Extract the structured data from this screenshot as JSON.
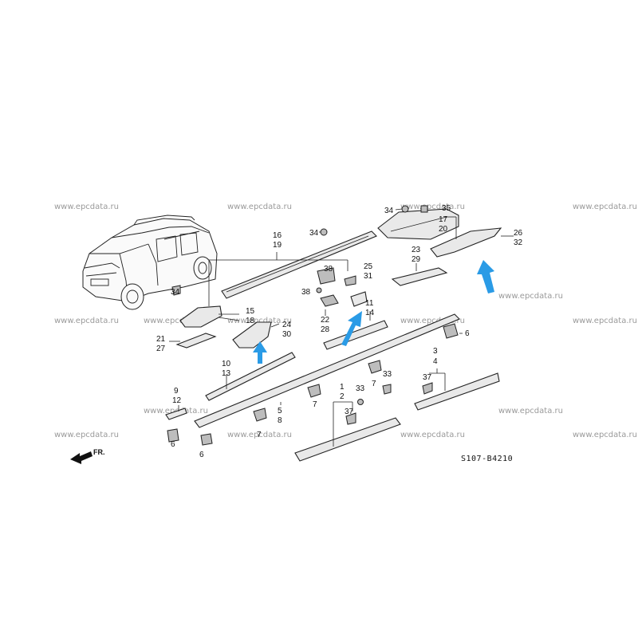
{
  "watermark": "www.epcdata.ru",
  "diagram_code": "S107-B4210",
  "front_label": "FR.",
  "callouts": {
    "c34a": "34",
    "c35": "35",
    "c17": "17",
    "c20": "20",
    "c34b": "34",
    "c16": "16",
    "c19": "19",
    "c26": "26",
    "c32": "32",
    "c23": "23",
    "c29": "29",
    "c38a": "38",
    "c25": "25",
    "c31": "31",
    "c38b": "38",
    "c34c": "34",
    "c15": "15",
    "c18": "18",
    "c22": "22",
    "c28": "28",
    "c11": "11",
    "c14": "14",
    "c24": "24",
    "c30": "30",
    "c21": "21",
    "c27": "27",
    "c6a": "6",
    "c3": "3",
    "c4": "4",
    "c10": "10",
    "c13": "13",
    "c7a": "7",
    "c33a": "33",
    "c37a": "37",
    "c7b": "7",
    "c1": "1",
    "c2": "2",
    "c33b": "33",
    "c9": "9",
    "c12": "12",
    "c5": "5",
    "c8": "8",
    "c37b": "37",
    "c7c": "7",
    "c6b": "6",
    "c6c": "6"
  },
  "colors": {
    "highlight_arrow": "#2a9be6"
  }
}
